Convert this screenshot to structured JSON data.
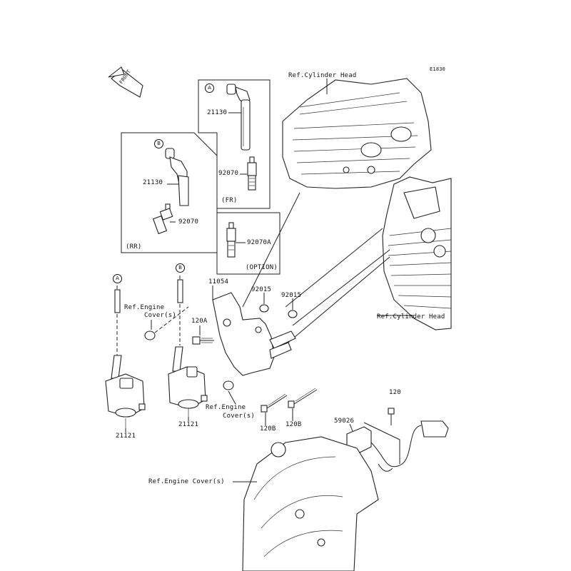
{
  "diagram_code": "E1830",
  "front_arrow_label": "FRONT",
  "labels": {
    "ref_cyl_head_top": "Ref.Cylinder Head",
    "ref_cyl_head_right": "Ref.Cylinder Head",
    "ref_engine_cover_left_1": "Ref.Engine",
    "ref_engine_cover_left_2": "Cover(s)",
    "ref_engine_cover_mid_1": "Ref.Engine",
    "ref_engine_cover_mid_2": "Cover(s)",
    "ref_engine_cover_bottom": "Ref.Engine Cover(s)",
    "box_fr_callout": "A",
    "box_fr_part1": "21130",
    "box_fr_part2": "92070",
    "box_fr_tag": "(FR)",
    "box_rr_callout": "B",
    "box_rr_part1": "21130",
    "box_rr_part2": "92070",
    "box_rr_tag": "(RR)",
    "box_opt_part": "92070A",
    "box_opt_tag": "(OPTION)",
    "left_wire_callout": "A",
    "mid_wire_callout": "B",
    "p_11054": "11054",
    "p_92015_a": "92015",
    "p_92015_b": "92015",
    "p_120A": "120A",
    "p_120B_a": "120B",
    "p_120B_b": "120B",
    "p_120": "120",
    "p_59026": "59026",
    "p_21121_left": "21121",
    "p_21121_mid": "21121"
  }
}
